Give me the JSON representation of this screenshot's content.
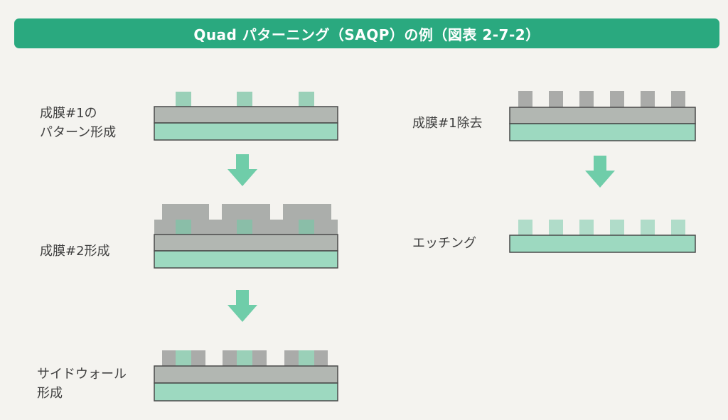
{
  "title": "Quad パターニング（SAQP）の例（図表 2-7-2）",
  "steps": [
    {
      "id": "film1-pattern",
      "label": "成膜#1の\nパターン形成"
    },
    {
      "id": "film2",
      "label": "成膜#2形成"
    },
    {
      "id": "sidewall",
      "label": "サイドウォール\n形成"
    },
    {
      "id": "film1-remove",
      "label": "成膜#1除去"
    },
    {
      "id": "etching",
      "label": "エッチング"
    }
  ],
  "colors": {
    "banner": "#2aa97f",
    "film_gray": "#b2b7b2",
    "film_green": "#9dd9c0",
    "pattern_green": "#7cc4a6",
    "spacer_gray": "#9c9e9c",
    "arrow": "#6fcda9",
    "outline": "#4a4a4a"
  },
  "icons": [
    "down-arrow-icon"
  ]
}
